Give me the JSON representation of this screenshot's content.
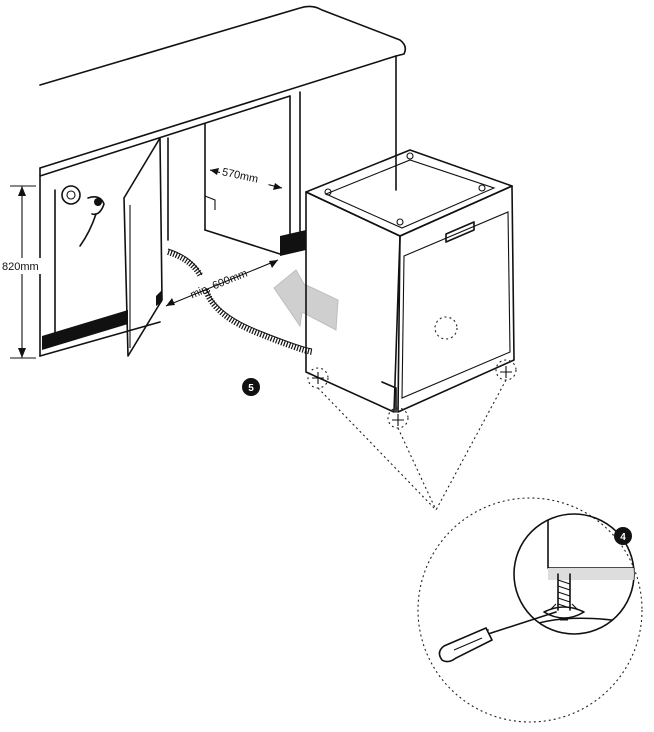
{
  "diagram": {
    "dimensions": {
      "height": "820mm",
      "depth": "570mm",
      "width": "min. 600mm"
    },
    "badges": {
      "step_main": "5",
      "step_detail": "4"
    },
    "colors": {
      "line": "#111111",
      "shade": "#cfcfcf",
      "base_strip": "#111111"
    }
  }
}
